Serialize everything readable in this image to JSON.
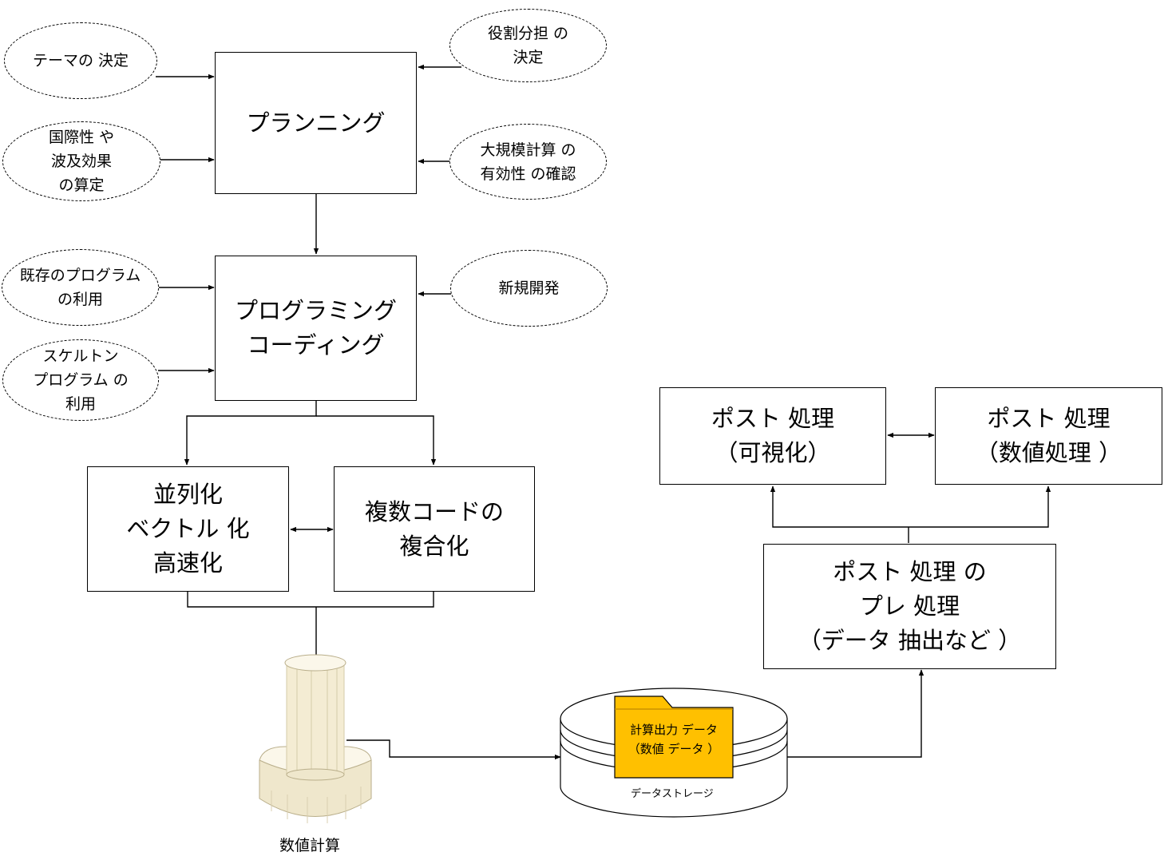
{
  "colors": {
    "folder": "#ffc000",
    "column_fill": "#f7f1dc",
    "column_stroke": "#b9ae8a"
  },
  "ellipses": {
    "theme": [
      "テーマの 決定"
    ],
    "roles": [
      "役割分担 の",
      "決定"
    ],
    "intl": [
      "国際性 や",
      "波及効果",
      "の算定"
    ],
    "largescale": [
      "大規模計算 の",
      "有効性 の確認"
    ],
    "existing": [
      "既存のプログラム",
      "の利用"
    ],
    "newdev": [
      "新規開発"
    ],
    "skeleton": [
      "スケルトン",
      "プログラム の",
      "利用"
    ]
  },
  "boxes": {
    "planning": [
      "プランニング"
    ],
    "programming": [
      "プログラミング",
      "コーディング"
    ],
    "parallel": [
      "並列化",
      "ベクトル 化",
      "高速化"
    ],
    "multicode": [
      "複数コードの",
      "複合化"
    ],
    "post_vis": [
      "ポスト 処理",
      "（可視化）"
    ],
    "post_num": [
      "ポスト 処理",
      "（数値処理 ）"
    ],
    "pre_post": [
      "ポスト 処理 の",
      "プレ 処理",
      "（データ 抽出など ）"
    ]
  },
  "icons": {
    "compute_label": "数値計算",
    "storage_label": "データストレージ",
    "folder_text": [
      "計算出力 データ",
      "（数値 データ ）"
    ]
  }
}
